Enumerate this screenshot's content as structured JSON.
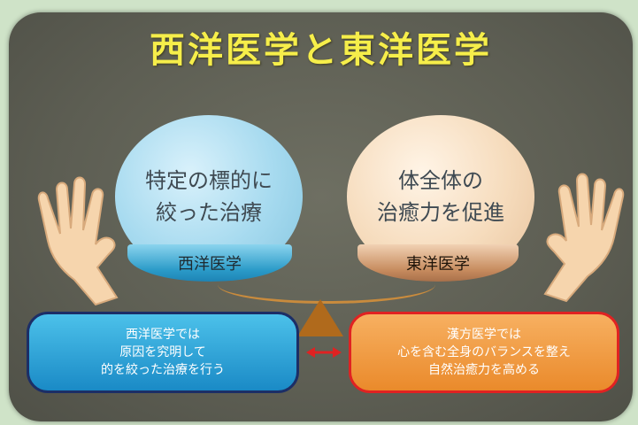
{
  "title": "西洋医学と東洋医学",
  "left": {
    "sphere_lines": [
      "特定の標的に",
      "絞った治療"
    ],
    "dish_label": "西洋医学",
    "box_lines": [
      "西洋医学では",
      "原因を究明して",
      "的を絞った治療を行う"
    ]
  },
  "right": {
    "sphere_lines": [
      "体全体の",
      "治癒力を促進"
    ],
    "dish_label": "東洋医学",
    "box_lines": [
      "漢方医学では",
      "心を含む全身のバランスを整え",
      "自然治癒力を高める"
    ]
  },
  "colors": {
    "title": "#f6ee4a",
    "left_accent": "#1a8ac6",
    "right_accent": "#ea8a2b",
    "arrow": "#e02222"
  },
  "icons": [
    "left-hand-icon",
    "right-hand-icon",
    "double-arrow-icon"
  ]
}
